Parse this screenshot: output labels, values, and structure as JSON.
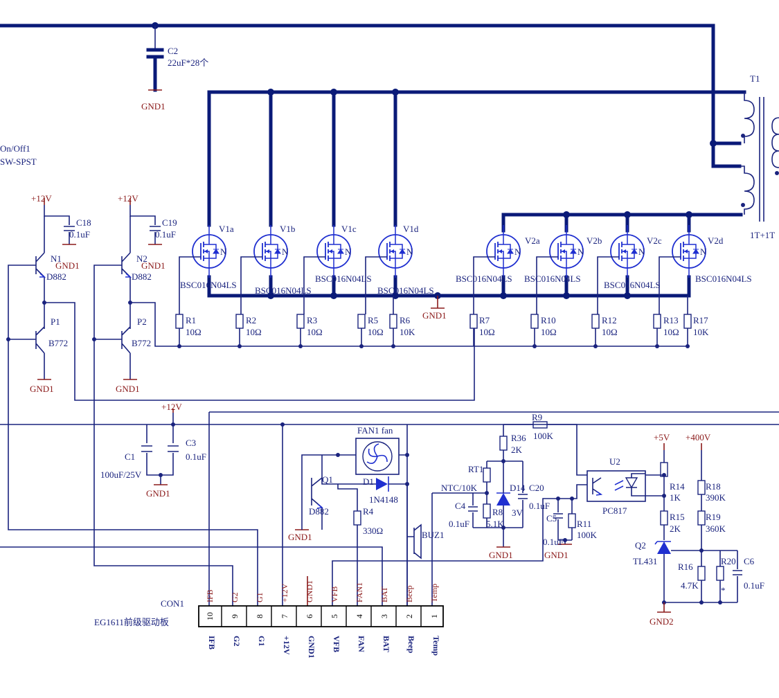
{
  "caps": {
    "c2": {
      "ref": "C2",
      "val": "22uF*28个"
    },
    "c18": {
      "ref": "C18",
      "val": "0.1uF"
    },
    "c19": {
      "ref": "C19",
      "val": "0.1uF"
    },
    "c1": {
      "ref": "C1",
      "val": "100uF/25V"
    },
    "c3": {
      "ref": "C3",
      "val": "0.1uF"
    },
    "c4": {
      "ref": "C4",
      "val": "0.1uF"
    },
    "c20": {
      "ref": "C20",
      "val": "0.1uF"
    },
    "c5": {
      "ref": "C5",
      "val": "0.1uF"
    },
    "c6": {
      "ref": "C6",
      "val": "0.1uF"
    }
  },
  "switch": {
    "ref": "On/Off1",
    "val": "SW-SPST"
  },
  "transformer": {
    "ref": "T1",
    "val": "1T+1T"
  },
  "mosfets": {
    "v1a": "V1a",
    "v1b": "V1b",
    "v1c": "V1c",
    "v1d": "V1d",
    "v2a": "V2a",
    "v2b": "V2b",
    "v2c": "V2c",
    "v2d": "V2d",
    "part": "BSC016N04LS"
  },
  "transistors": {
    "n1": {
      "ref": "N1",
      "val": "D882"
    },
    "n2": {
      "ref": "N2",
      "val": "D882"
    },
    "p1": {
      "ref": "P1",
      "val": "B772"
    },
    "p2": {
      "ref": "P2",
      "val": "B772"
    },
    "q1": {
      "ref": "Q1",
      "val": "D882"
    },
    "q2": {
      "ref": "Q2",
      "val": "TL431"
    }
  },
  "resistors": {
    "r1": {
      "ref": "R1",
      "val": "10Ω"
    },
    "r2": {
      "ref": "R2",
      "val": "10Ω"
    },
    "r3": {
      "ref": "R3",
      "val": "10Ω"
    },
    "r5": {
      "ref": "R5",
      "val": "10Ω"
    },
    "r6": {
      "ref": "R6",
      "val": "10K"
    },
    "r7": {
      "ref": "R7",
      "val": "10Ω"
    },
    "r10": {
      "ref": "R10",
      "val": "10Ω"
    },
    "r12": {
      "ref": "R12",
      "val": "10Ω"
    },
    "r13": {
      "ref": "R13",
      "val": "10Ω"
    },
    "r17": {
      "ref": "R17",
      "val": "10K"
    },
    "r9": {
      "ref": "R9",
      "val": "100K"
    },
    "r36": {
      "ref": "R36",
      "val": "2K"
    },
    "rt1": {
      "ref": "RT1",
      "val": "NTC/10K"
    },
    "r8": {
      "ref": "R8",
      "val": "5.1K"
    },
    "r4": {
      "ref": "R4",
      "val": "330Ω"
    },
    "r11": {
      "ref": "R11",
      "val": "100K"
    },
    "r14": {
      "ref": "R14",
      "val": "1K"
    },
    "r15": {
      "ref": "R15",
      "val": "2K"
    },
    "r16": {
      "ref": "R16",
      "val": "4.7K"
    },
    "r18": {
      "ref": "R18",
      "val": "390K"
    },
    "r19": {
      "ref": "R19",
      "val": "360K"
    },
    "r20": {
      "ref": "R20",
      "val": "*"
    }
  },
  "diodes": {
    "d1": {
      "ref": "D1",
      "val": "1N4148"
    },
    "d14": {
      "ref": "D14",
      "val": "3V"
    }
  },
  "misc": {
    "fan": "FAN1 fan",
    "buz": "BUZ1",
    "u2": "U2",
    "u2_part": "PC817"
  },
  "power": {
    "gnd1": "GND1",
    "gnd2": "GND2",
    "v12": "+12V",
    "v5": "+5V",
    "v400": "+400V"
  },
  "connector": {
    "ref": "CON1",
    "desc": "EG1611前级驱动板",
    "pins": [
      {
        "num": "10",
        "name": "IFB"
      },
      {
        "num": "9",
        "name": "G2"
      },
      {
        "num": "8",
        "name": "G1"
      },
      {
        "num": "7",
        "name": "+12V"
      },
      {
        "num": "6",
        "name": "GND1"
      },
      {
        "num": "5",
        "name": "VFB"
      },
      {
        "num": "4",
        "name": "FAN"
      },
      {
        "num": "3",
        "name": "BAT"
      },
      {
        "num": "2",
        "name": "Beep"
      },
      {
        "num": "1",
        "name": "Temp"
      }
    ],
    "nets": [
      "IFB",
      "G2",
      "G1",
      "+12V",
      "GND1",
      "VFB",
      "FAN1",
      "BAT",
      "Beep",
      "Temp"
    ]
  }
}
